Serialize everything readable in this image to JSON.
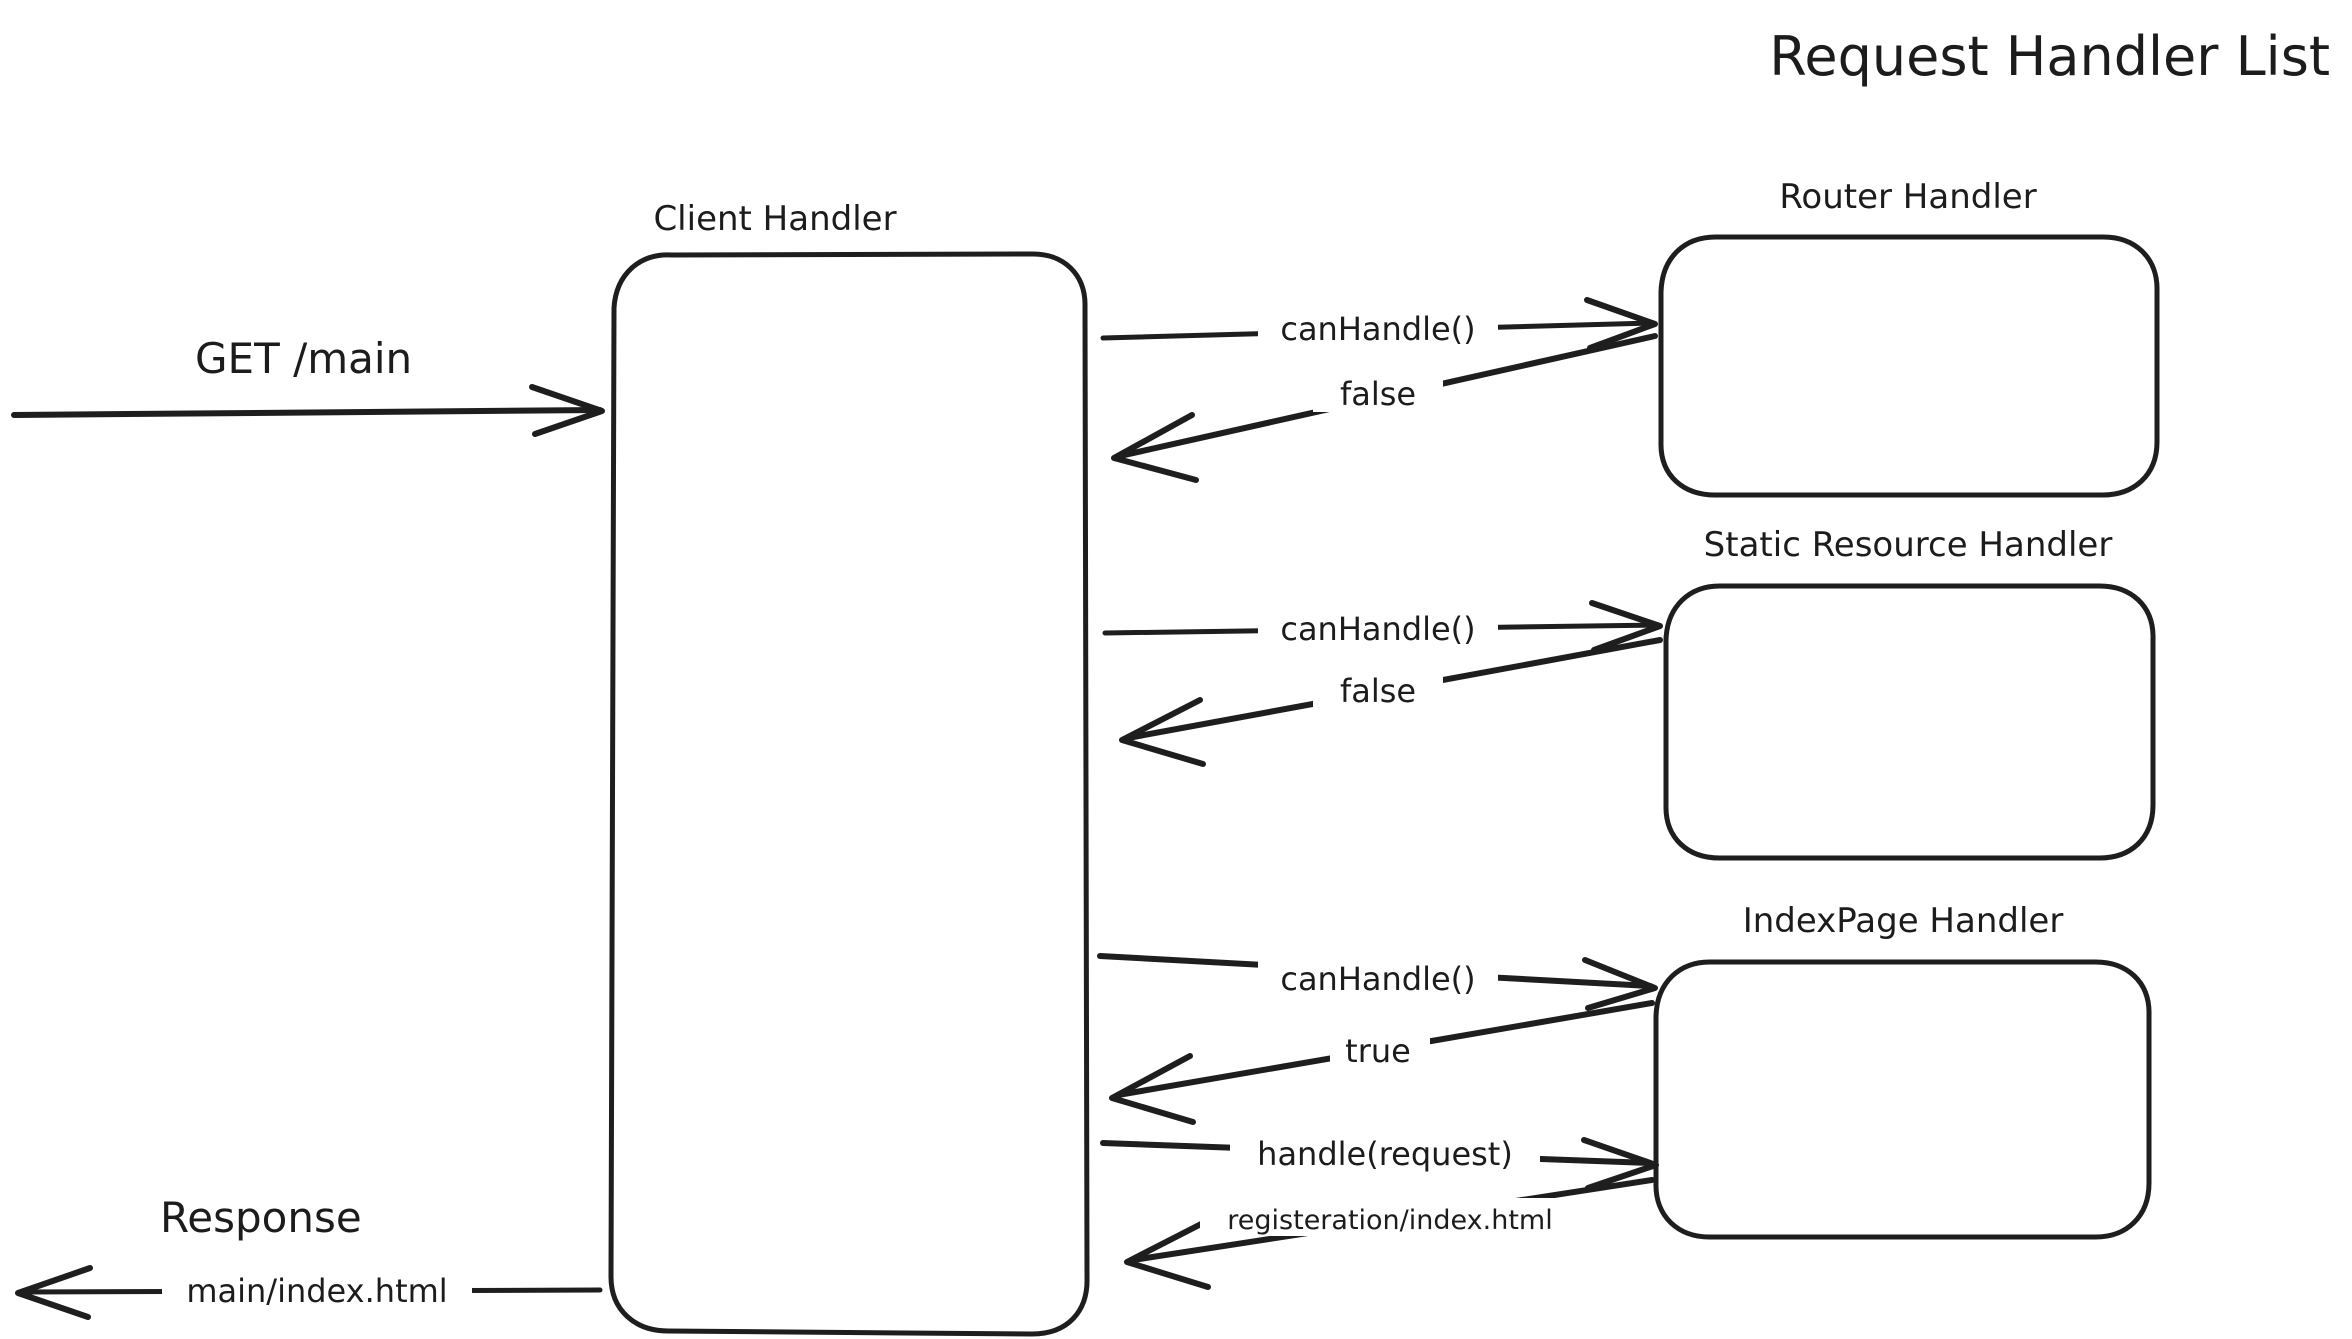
{
  "diagram": {
    "title": "Request Handler List",
    "style": "hand-drawn-excalidraw",
    "stroke_color": "#1e1e1e",
    "background_color": "#ffffff",
    "nodes": [
      {
        "id": "client",
        "label": "Client Handler",
        "shape": "rounded-rectangle"
      },
      {
        "id": "router",
        "label": "Router Handler",
        "shape": "rounded-rectangle"
      },
      {
        "id": "static",
        "label": "Static Resource Handler",
        "shape": "rounded-rectangle"
      },
      {
        "id": "indexpage",
        "label": "IndexPage Handler",
        "shape": "rounded-rectangle"
      }
    ],
    "edges": [
      {
        "id": "e-request",
        "label": "GET /main",
        "direction": "right",
        "from": "client-request",
        "to": "client"
      },
      {
        "id": "e-router-call",
        "label": "canHandle()",
        "direction": "right",
        "from": "client",
        "to": "router"
      },
      {
        "id": "e-router-return",
        "label": "false",
        "direction": "left",
        "from": "router",
        "to": "client"
      },
      {
        "id": "e-static-call",
        "label": "canHandle()",
        "direction": "right",
        "from": "client",
        "to": "static"
      },
      {
        "id": "e-static-return",
        "label": "false",
        "direction": "left",
        "from": "static",
        "to": "client"
      },
      {
        "id": "e-index-call",
        "label": "canHandle()",
        "direction": "right",
        "from": "client",
        "to": "indexpage"
      },
      {
        "id": "e-index-return",
        "label": "true",
        "direction": "left",
        "from": "indexpage",
        "to": "client"
      },
      {
        "id": "e-index-handle",
        "label": "handle(request)",
        "direction": "right",
        "from": "client",
        "to": "indexpage"
      },
      {
        "id": "e-index-result",
        "label": "registeration/index.html",
        "direction": "left",
        "from": "indexpage",
        "to": "client"
      },
      {
        "id": "e-response-heading",
        "label": "Response",
        "direction": "none",
        "from": "client",
        "to": "client-response"
      },
      {
        "id": "e-response",
        "label": "main/index.html",
        "direction": "left",
        "from": "client",
        "to": "client-response"
      }
    ]
  }
}
